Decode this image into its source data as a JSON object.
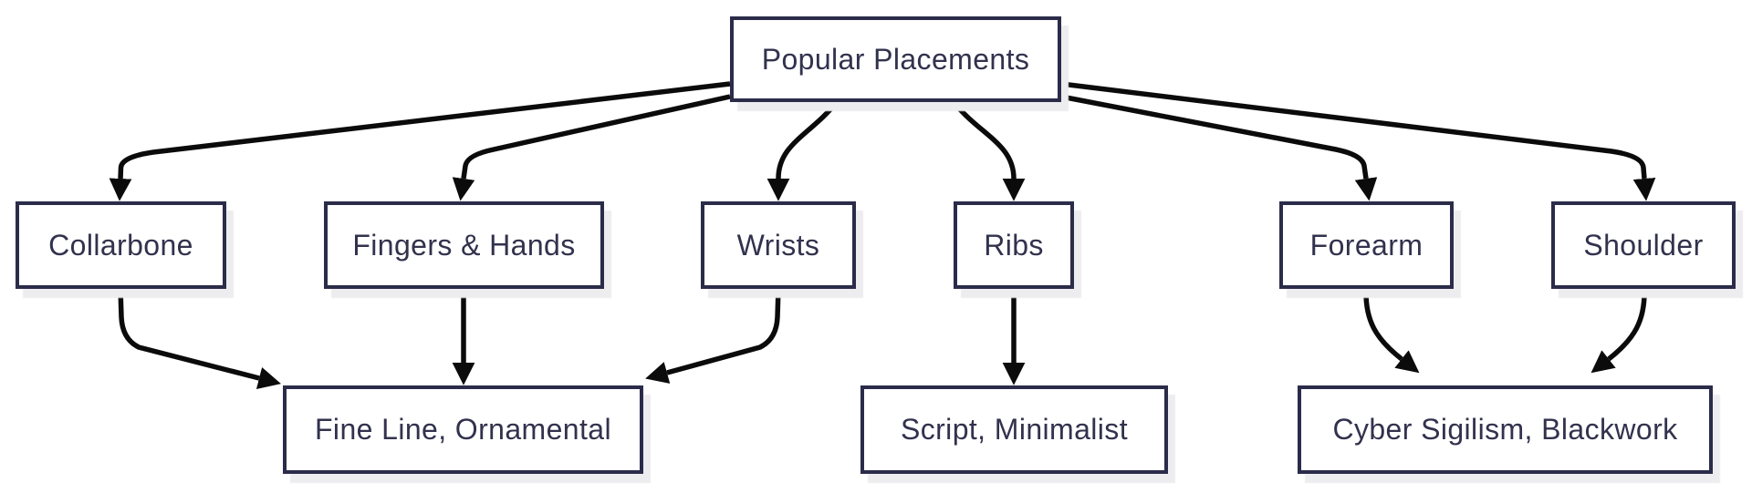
{
  "diagram": {
    "type": "flowchart",
    "direction": "top-down",
    "colors": {
      "background": "#ffffff",
      "node_fill": "#ffffff",
      "node_border": "#2b2b4a",
      "node_text": "#32324e",
      "edge_stroke": "#0b0b0b",
      "node_shadow": "#ededef"
    },
    "nodes": {
      "root": {
        "label": "Popular Placements"
      },
      "collarbone": {
        "label": "Collarbone"
      },
      "fingers": {
        "label": "Fingers & Hands"
      },
      "wrists": {
        "label": "Wrists"
      },
      "ribs": {
        "label": "Ribs"
      },
      "forearm": {
        "label": "Forearm"
      },
      "shoulder": {
        "label": "Shoulder"
      },
      "fineline": {
        "label": "Fine Line, Ornamental"
      },
      "script": {
        "label": "Script, Minimalist"
      },
      "cyber": {
        "label": "Cyber Sigilism, Blackwork"
      }
    },
    "edges": [
      {
        "from": "Popular Placements",
        "to": "Collarbone"
      },
      {
        "from": "Popular Placements",
        "to": "Fingers & Hands"
      },
      {
        "from": "Popular Placements",
        "to": "Wrists"
      },
      {
        "from": "Popular Placements",
        "to": "Ribs"
      },
      {
        "from": "Popular Placements",
        "to": "Forearm"
      },
      {
        "from": "Popular Placements",
        "to": "Shoulder"
      },
      {
        "from": "Collarbone",
        "to": "Fine Line, Ornamental"
      },
      {
        "from": "Fingers & Hands",
        "to": "Fine Line, Ornamental"
      },
      {
        "from": "Wrists",
        "to": "Fine Line, Ornamental"
      },
      {
        "from": "Ribs",
        "to": "Script, Minimalist"
      },
      {
        "from": "Forearm",
        "to": "Cyber Sigilism, Blackwork"
      },
      {
        "from": "Shoulder",
        "to": "Cyber Sigilism, Blackwork"
      }
    ]
  }
}
